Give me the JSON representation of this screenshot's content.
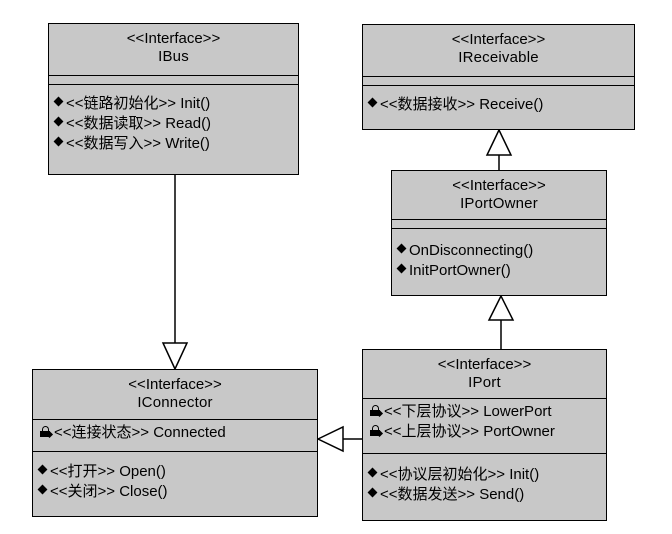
{
  "diagram": {
    "ibus": {
      "stereotype": "<<Interface>>",
      "name": "IBus",
      "operations": [
        "<<链路初始化>> Init()",
        "<<数据读取>> Read()",
        "<<数据写入>> Write()"
      ]
    },
    "ireceivable": {
      "stereotype": "<<Interface>>",
      "name": "IReceivable",
      "operations": [
        "<<数据接收>> Receive()"
      ]
    },
    "iportowner": {
      "stereotype": "<<Interface>>",
      "name": "IPortOwner",
      "operations": [
        "OnDisconnecting()",
        "InitPortOwner()"
      ]
    },
    "iconnector": {
      "stereotype": "<<Interface>>",
      "name": "IConnector",
      "attributes": [
        "<<连接状态>> Connected"
      ],
      "operations": [
        "<<打开>> Open()",
        "<<关闭>> Close()"
      ]
    },
    "iport": {
      "stereotype": "<<Interface>>",
      "name": "IPort",
      "attributes": [
        "<<下层协议>> LowerPort",
        "<<上层协议>> PortOwner"
      ],
      "operations": [
        "<<协议层初始化>> Init()",
        "<<数据发送>> Send()"
      ]
    },
    "colors": {
      "box_fill": "#c8c8c8",
      "line": "#000000"
    }
  }
}
